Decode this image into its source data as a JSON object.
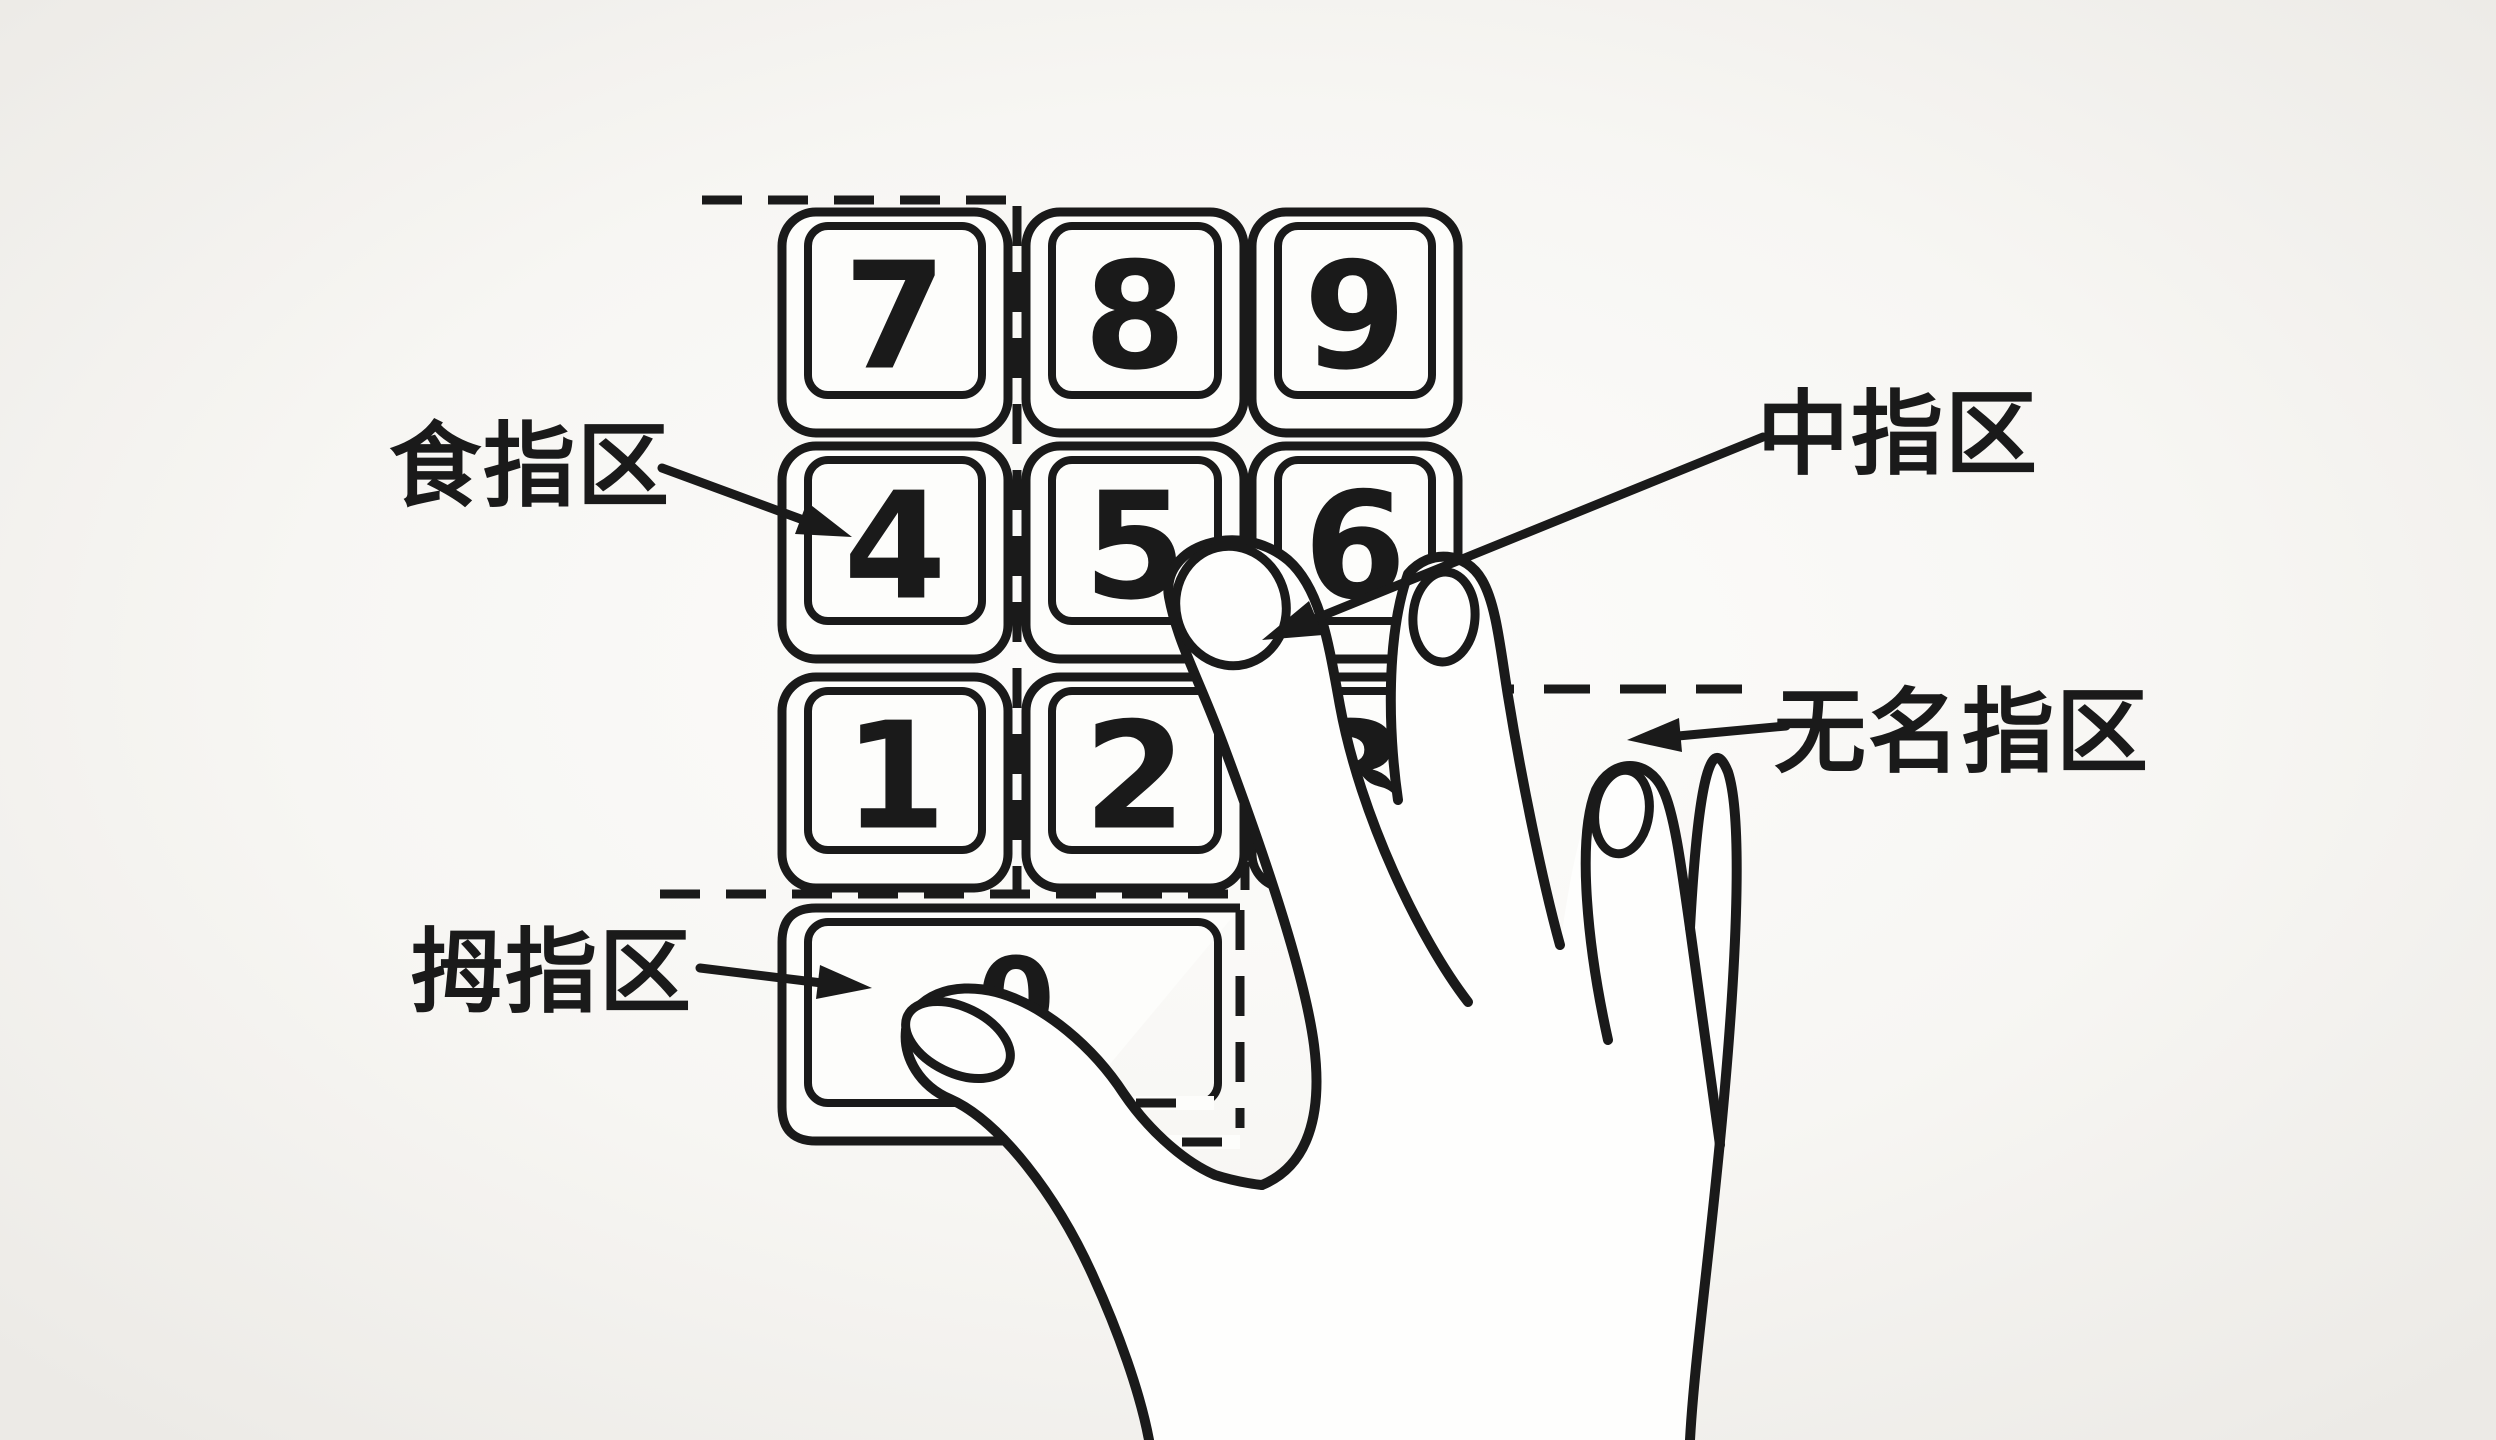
{
  "figure": {
    "kind": "numeric-keypad-finger-zone-diagram",
    "ink_color": "#1a1a1a",
    "paper_color": "#f7f6f3",
    "key_fill_color": "#fdfdfb"
  },
  "keypad": {
    "rows": [
      [
        "7",
        "8",
        "9"
      ],
      [
        "4",
        "5",
        "6"
      ],
      [
        "1",
        "2",
        "3"
      ]
    ],
    "bottom_key": "0"
  },
  "zones": {
    "index_finger": {
      "label": "食指区"
    },
    "middle_finger": {
      "label": "中指区"
    },
    "ring_finger": {
      "label": "无名指区"
    },
    "thumb": {
      "label": "拇指区"
    }
  }
}
